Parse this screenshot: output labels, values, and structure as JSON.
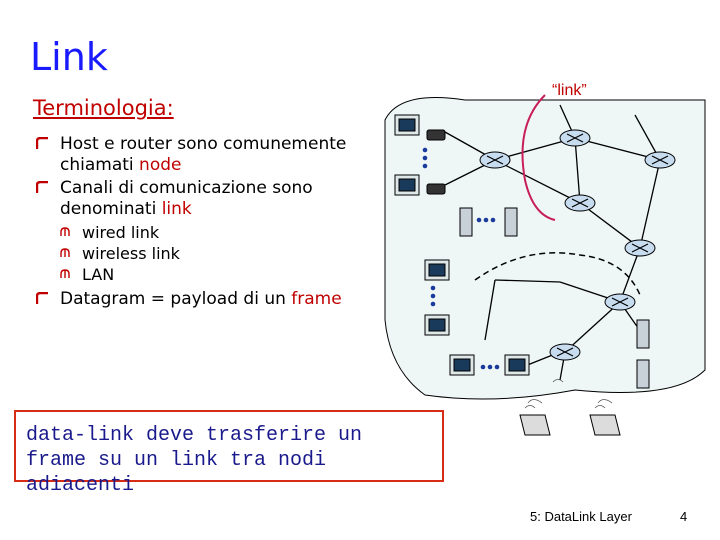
{
  "slide": {
    "title": "Link",
    "subtitle": "Terminologia:",
    "bullets": [
      {
        "pre": "Host e router sono comunemente chiamati ",
        "hl": "node",
        "post": ""
      },
      {
        "pre": "Canali di comunicazione sono denominati ",
        "hl": "link",
        "post": ""
      }
    ],
    "sub_bullets": [
      "wired link",
      "wireless link",
      "LAN"
    ],
    "bullet3": {
      "pre": "Datagram = payload di un ",
      "hl": "frame"
    },
    "callout": "data-link deve trasferire un frame su un link tra nodi adiacenti",
    "diagram_label": "“link”",
    "footer": "5: DataLink Layer",
    "page_number": "4"
  },
  "colors": {
    "title": "#1a1aff",
    "highlight": "#c00000",
    "callout_border": "#d62b14",
    "callout_text": "#1a1a8c"
  }
}
